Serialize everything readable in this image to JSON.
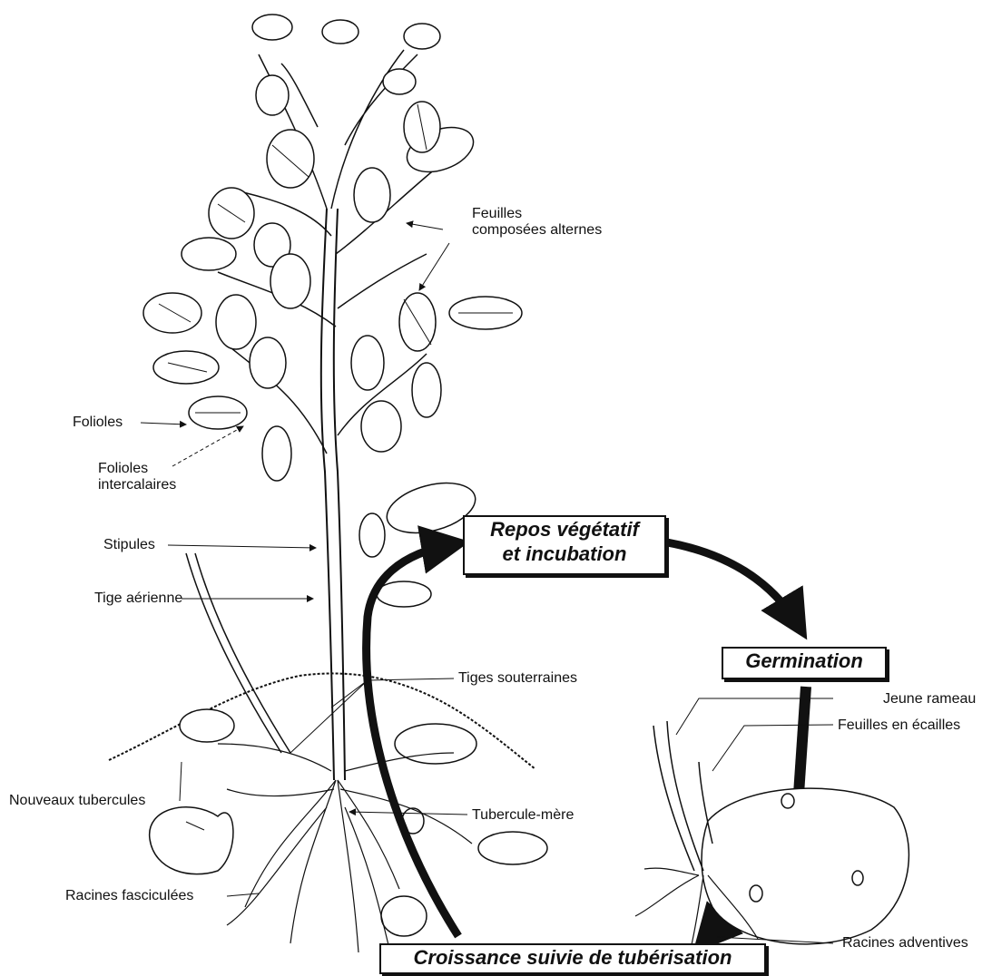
{
  "labels": {
    "feuilles_composees": "Feuilles\ncomposées alternes",
    "folioles": "Folioles",
    "folioles_intercalaires": "Folioles\nintercalaires",
    "stipules": "Stipules",
    "tige_aerienne": "Tige aérienne",
    "tiges_souterraines": "Tiges souterraines",
    "nouveaux_tubercules": "Nouveaux tubercules",
    "tubercule_mere": "Tubercule-mère",
    "racines_fasciculees": "Racines fasciculées",
    "jeune_rameau": "Jeune rameau",
    "feuilles_ecailles": "Feuilles en écailles",
    "racines_adventives": "Racines adventives"
  },
  "stages": {
    "repos": "Repos végétatif\net incubation",
    "germination": "Germination",
    "croissance": "Croissance suivie de tubérisation"
  }
}
